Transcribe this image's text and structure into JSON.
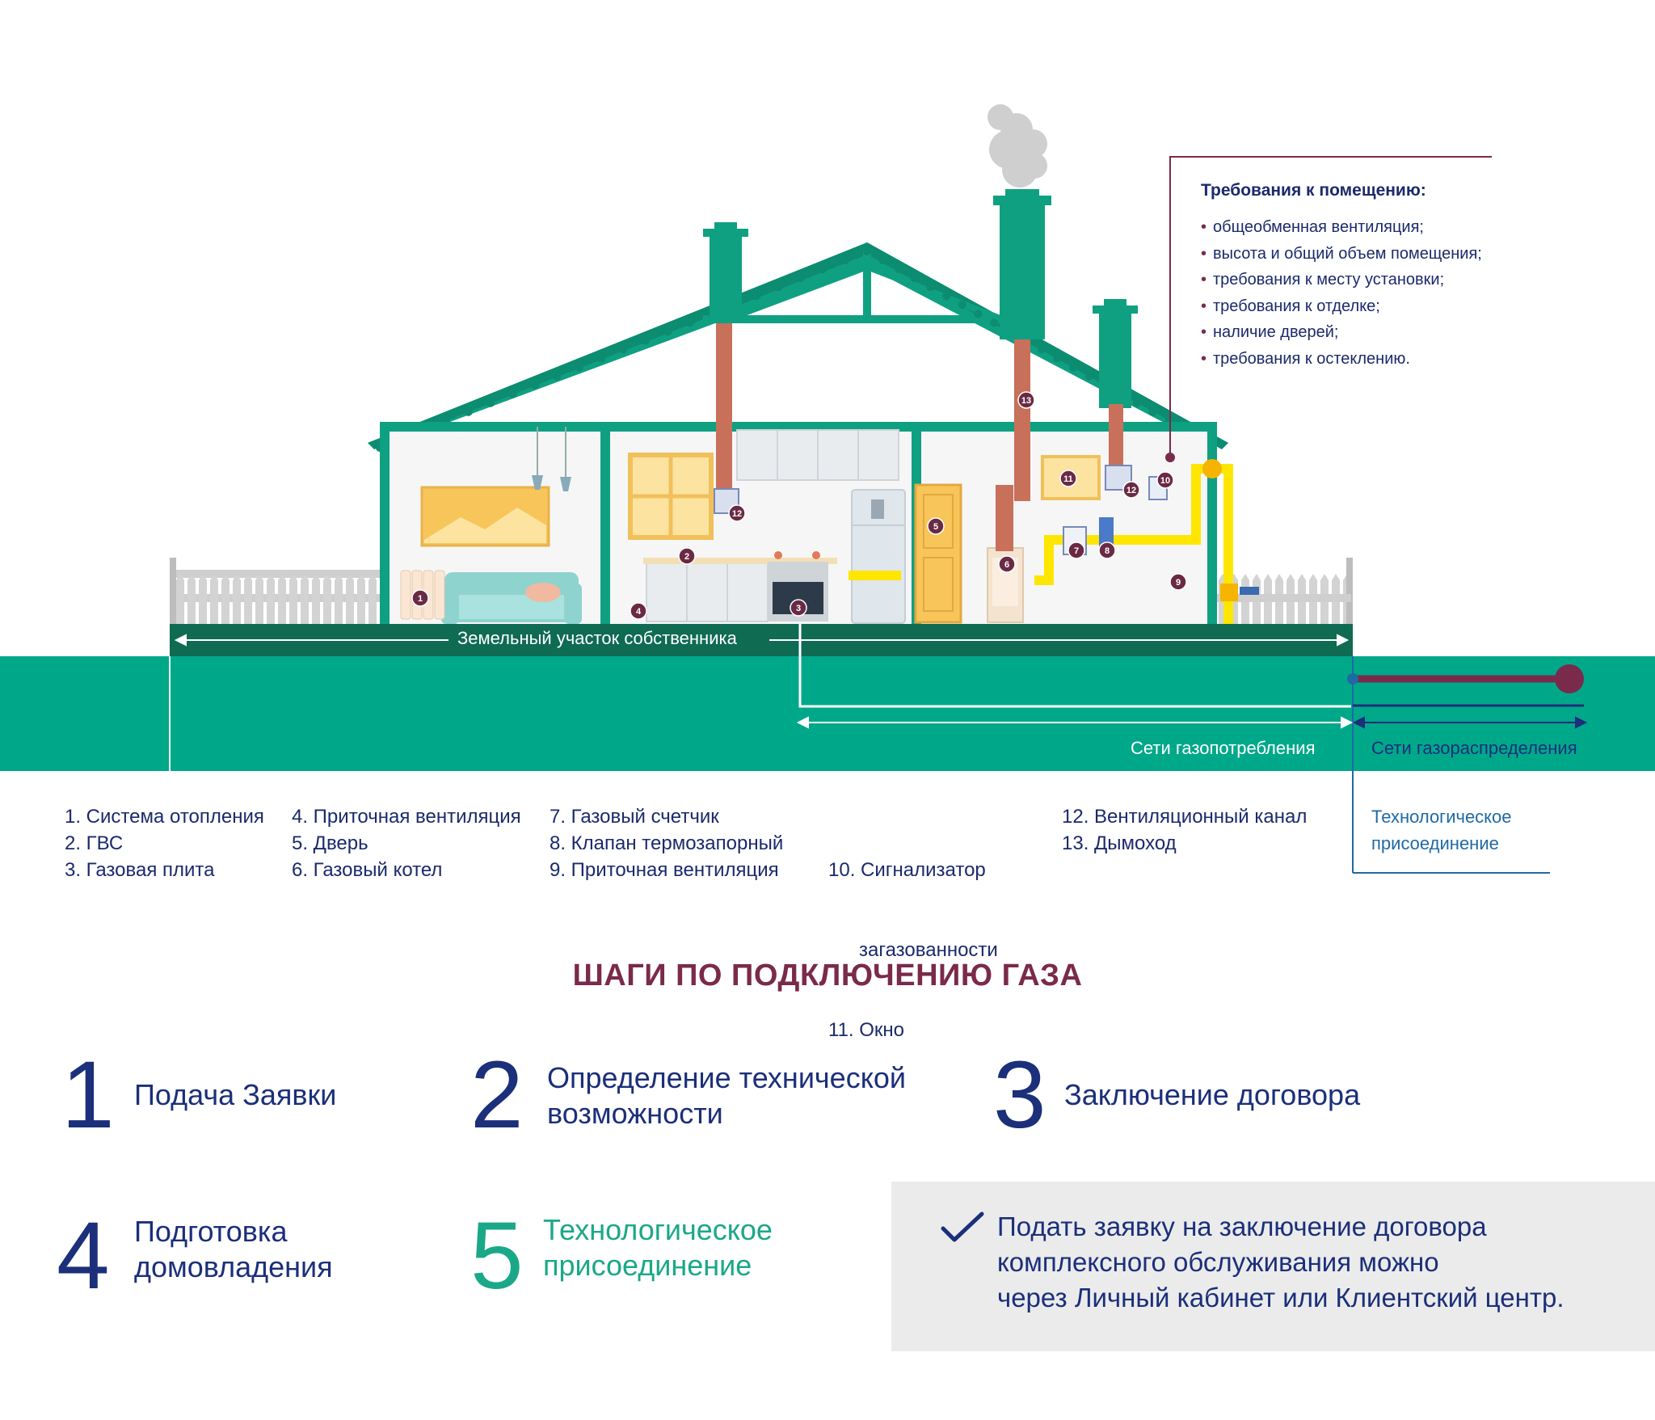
{
  "scene": {
    "land_label": "Земельный участок собственника",
    "consumption_label": "Сети газопотребления",
    "distribution_label": "Сети газораспределения",
    "markers": [
      "1",
      "2",
      "3",
      "4",
      "5",
      "6",
      "7",
      "8",
      "9",
      "10",
      "11",
      "12",
      "12",
      "13"
    ]
  },
  "requirements": {
    "title": "Требования к помещению:",
    "items": [
      "общеобменная вентиляция;",
      "высота и общий объем помещения;",
      "требования к месту установки;",
      "требования к отделке;",
      "наличие дверей;",
      "требования к остеклению."
    ]
  },
  "legend": {
    "col1": [
      "1. Система отопления",
      "2. ГВС",
      "3. Газовая плита"
    ],
    "col2": [
      "4. Приточная вентиляция",
      "5. Дверь",
      "6. Газовый котел"
    ],
    "col3": [
      "7. Газовый счетчик",
      "8. Клапан термозапорный",
      "9. Приточная вентиляция"
    ],
    "col4": [
      "10. Сигнализатор",
      "    загазованности",
      "11. Окно"
    ],
    "col5": [
      "12. Вентиляционный канал",
      "13. Дымоход"
    ],
    "tech": [
      "Технологическое",
      "присоединение"
    ]
  },
  "steps": {
    "title": "ШАГИ ПО ПОДКЛЮЧЕНИЮ ГАЗА",
    "items": [
      {
        "num": "1",
        "line1": "Подача Заявки",
        "line2": ""
      },
      {
        "num": "2",
        "line1": "Определение технической",
        "line2": "возможности"
      },
      {
        "num": "3",
        "line1": "Заключение договора",
        "line2": ""
      },
      {
        "num": "4",
        "line1": "Подготовка",
        "line2": "домовладения"
      },
      {
        "num": "5",
        "line1": "Технологическое",
        "line2": "присоединение"
      }
    ]
  },
  "note": {
    "lines": [
      "Подать заявку на заключение договора",
      "комплексного обслуживания можно",
      "через Личный кабинет или Клиентский центр."
    ]
  },
  "colors": {
    "teal": "#00a88a",
    "dark_teal": "#0f6b52",
    "navy": "#1b2f7a",
    "maroon": "#7a2a4a",
    "gas_yellow": "#ffe600",
    "pipe": "#c8705a"
  }
}
